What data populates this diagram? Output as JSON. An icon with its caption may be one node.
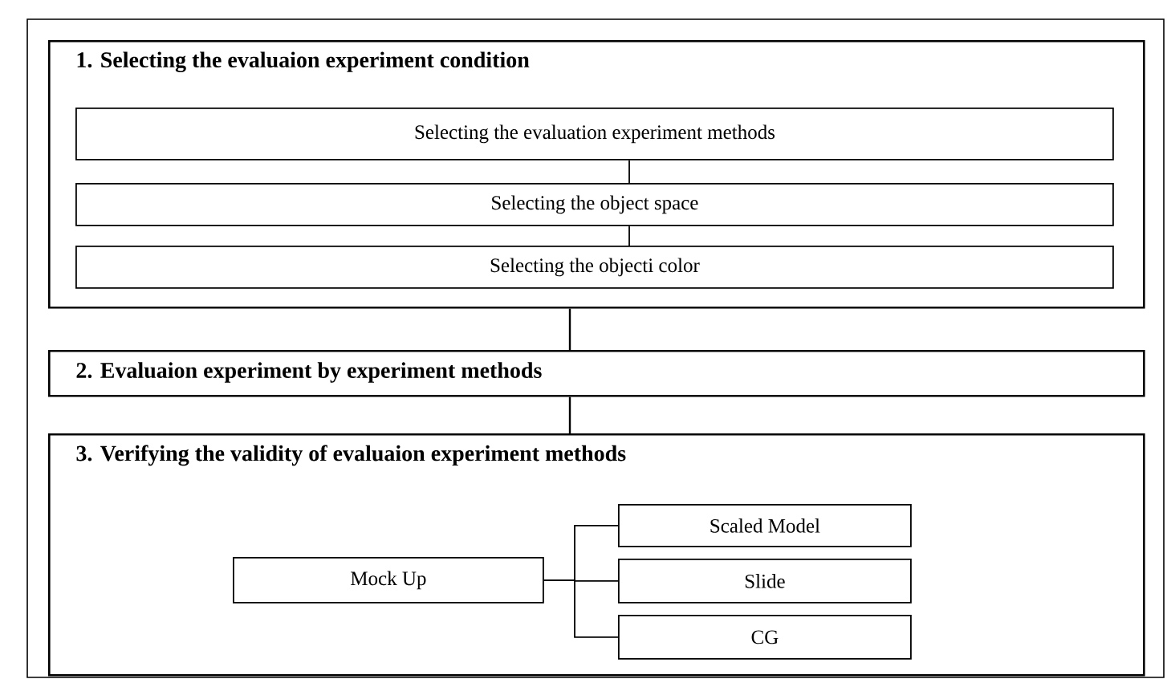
{
  "diagram": {
    "nodes": [
      {
        "text": [
          "1. Selecting the evaluaion experiment condition"
        ]
      },
      {
        "text": [
          "Selecting the evaluation experiment methods"
        ],
        "in": 0
      },
      {
        "text": [
          "Selecting the object space"
        ],
        "in": 0
      },
      {
        "text": [
          "Selecting the objecti color"
        ],
        "in": 0
      },
      {
        "text": [
          "2. Evaluaion experiment by experiment methods"
        ]
      },
      {
        "text": [
          "3. Verifying the validity of evaluaion experiment methods"
        ]
      },
      {
        "text": [
          "Mock Up"
        ],
        "in": 5
      },
      {
        "text": [
          "Scaled Model"
        ],
        "in": 5
      },
      {
        "text": [
          "Slide"
        ],
        "in": 5
      },
      {
        "text": [
          "CG"
        ],
        "in": 5
      }
    ],
    "edges": [
      {
        "from": 1,
        "to": 2,
        "arrow": "none"
      },
      {
        "from": 2,
        "to": 3,
        "arrow": "none"
      },
      {
        "from": 0,
        "to": 4,
        "arrow": "none"
      },
      {
        "from": 4,
        "to": 5,
        "arrow": "none"
      },
      {
        "from": 6,
        "to": 7,
        "arrow": "none"
      },
      {
        "from": 6,
        "to": 8,
        "arrow": "none"
      },
      {
        "from": 6,
        "to": 9,
        "arrow": "none"
      }
    ]
  }
}
